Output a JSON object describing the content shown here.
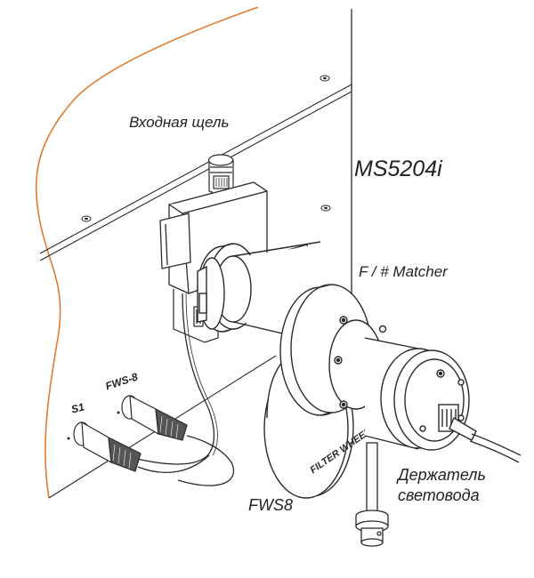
{
  "labels": {
    "entrance_slit": "Входная щель",
    "model": "MS5204i",
    "matcher": "F / #  Matcher",
    "filter_wheel_label": "FWS8",
    "light_guide_holder_line1": "Держатель",
    "light_guide_holder_line2": "световода",
    "port_fws8": "FWS-8",
    "port_s1": "S1",
    "wheel_text": "FILTER WHEEL"
  },
  "colors": {
    "outline": "#2a2a2a",
    "panel_edge": "#e07b2d",
    "fill": "#ffffff",
    "shade": "#d9d9d9",
    "dark": "#555555"
  }
}
